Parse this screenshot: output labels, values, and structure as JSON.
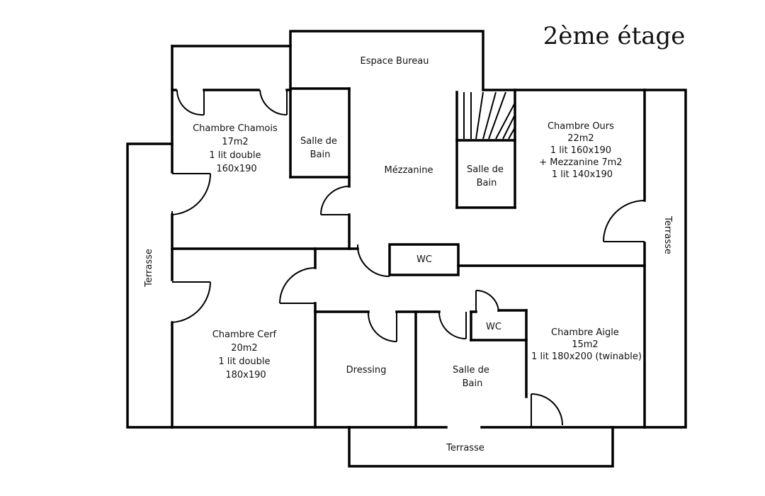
{
  "title": "2ème étage",
  "rooms": {
    "espace_bureau": [
      "Espace Bureau"
    ],
    "chamois": [
      "Chambre Chamois",
      "17m2",
      "1 lit double",
      "160x190"
    ],
    "salle_bain_1": [
      "Salle de",
      "Bain"
    ],
    "mezzanine": [
      "Mézzanine"
    ],
    "salle_bain_2": [
      "Salle de",
      "Bain"
    ],
    "ours": [
      "Chambre Ours",
      "22m2",
      "1 lit 160x190",
      "",
      "+ Mezzanine 7m2",
      "1 lit 140x190"
    ],
    "wc_1": [
      "WC"
    ],
    "terrasse_left": [
      "Terrasse"
    ],
    "terrasse_right": [
      "Terrasse"
    ],
    "cerf": [
      "Chambre Cerf",
      "20m2",
      "1 lit double",
      "180x190"
    ],
    "dressing": [
      "Dressing"
    ],
    "salle_bain_3": [
      "Salle de",
      "Bain"
    ],
    "wc_2": [
      "WC"
    ],
    "aigle": [
      "Chambre Aigle",
      "15m2",
      "1 lit 180x200 (twinable)"
    ],
    "terrasse_bottom": [
      "Terrasse"
    ]
  }
}
